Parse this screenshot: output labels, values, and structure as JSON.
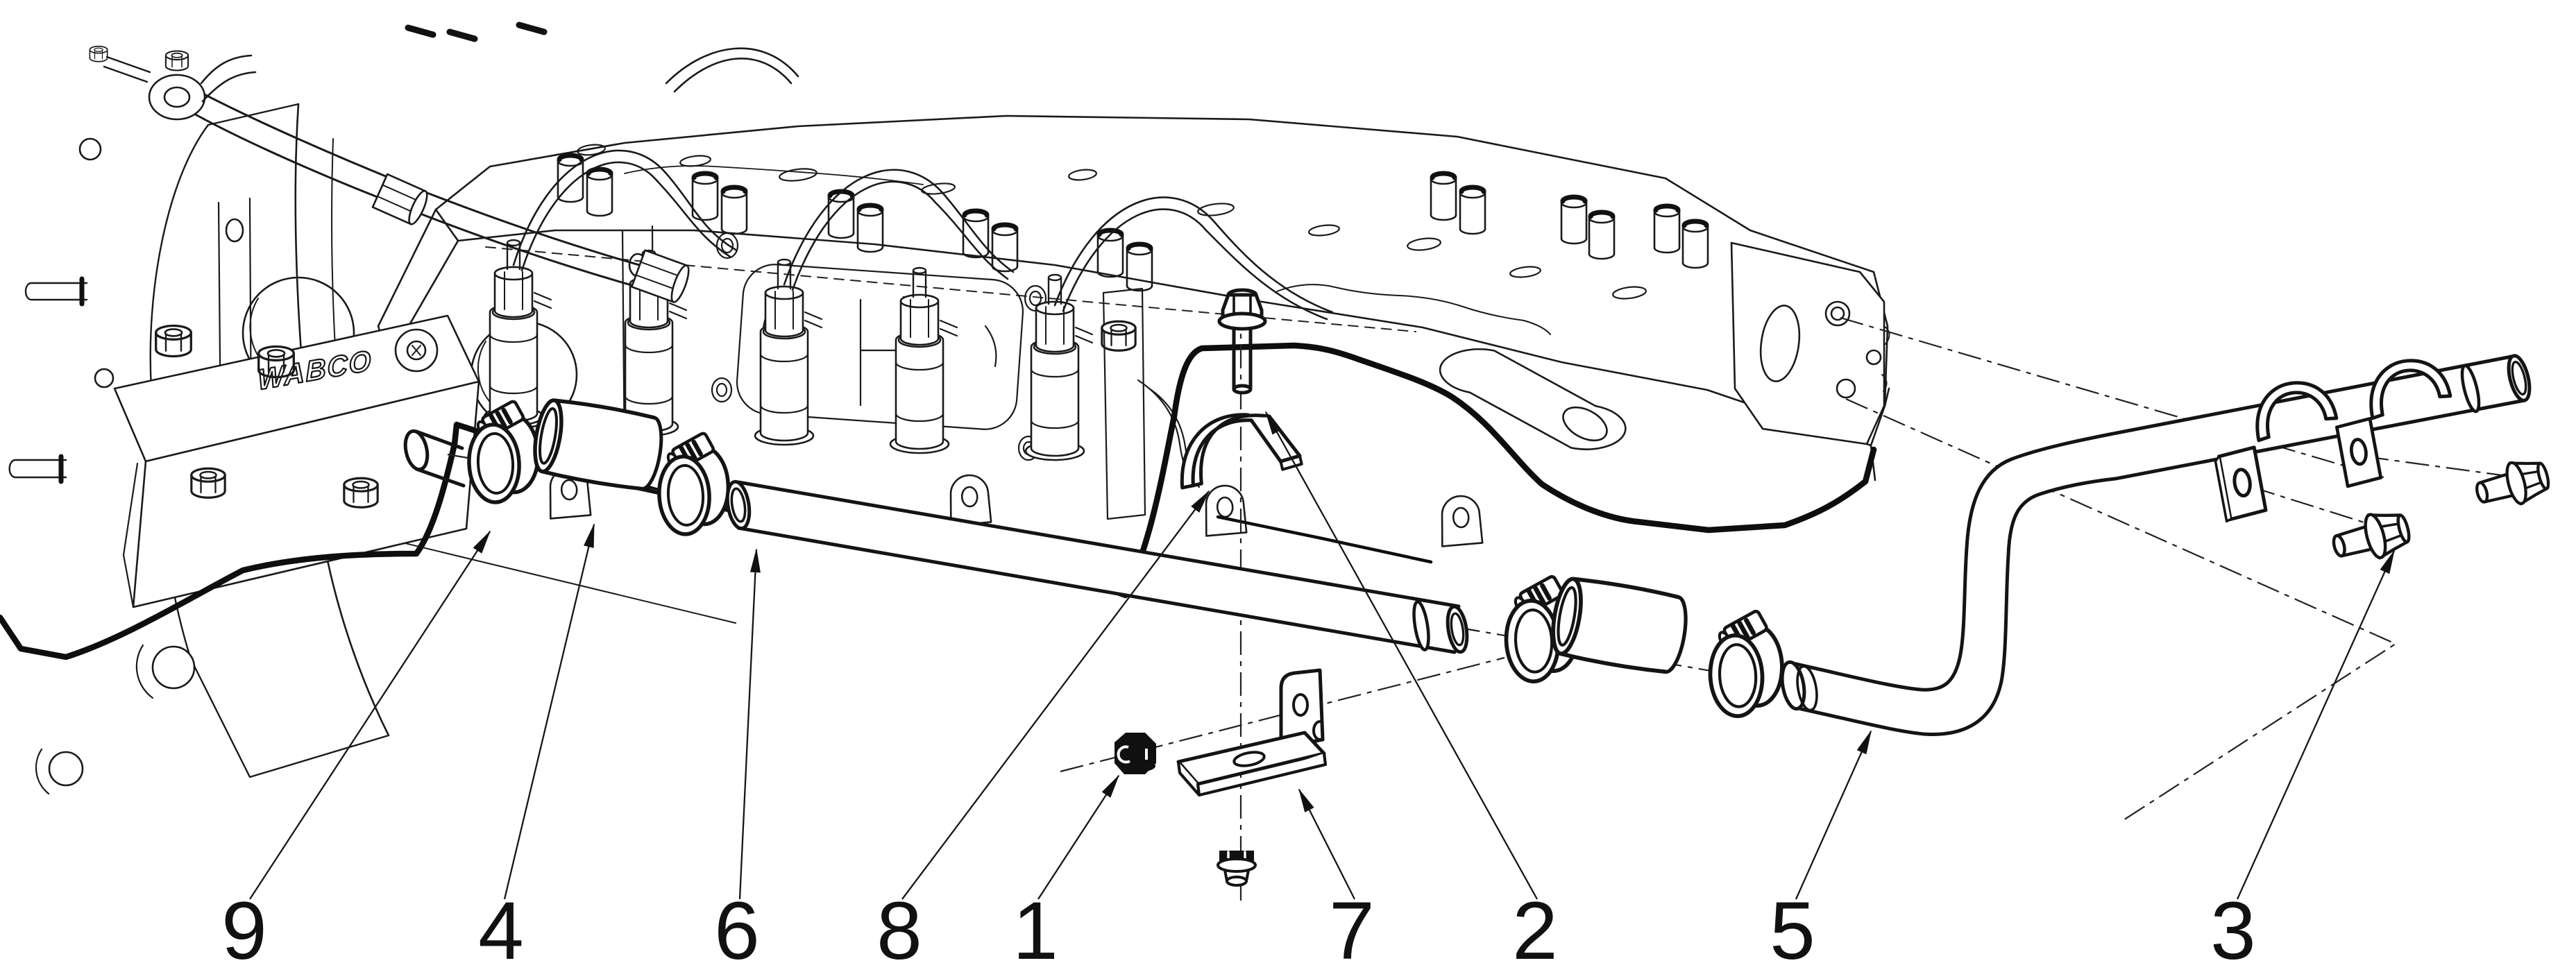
{
  "page": {
    "background": "#ffffff",
    "line_color": "#1a1a1a"
  },
  "engine": {
    "logo": "WABCO"
  },
  "callouts": [
    {
      "label": "9"
    },
    {
      "label": "4"
    },
    {
      "label": "6"
    },
    {
      "label": "8"
    },
    {
      "label": "1"
    },
    {
      "label": "7"
    },
    {
      "label": "2"
    },
    {
      "label": "5"
    },
    {
      "label": "3"
    }
  ]
}
